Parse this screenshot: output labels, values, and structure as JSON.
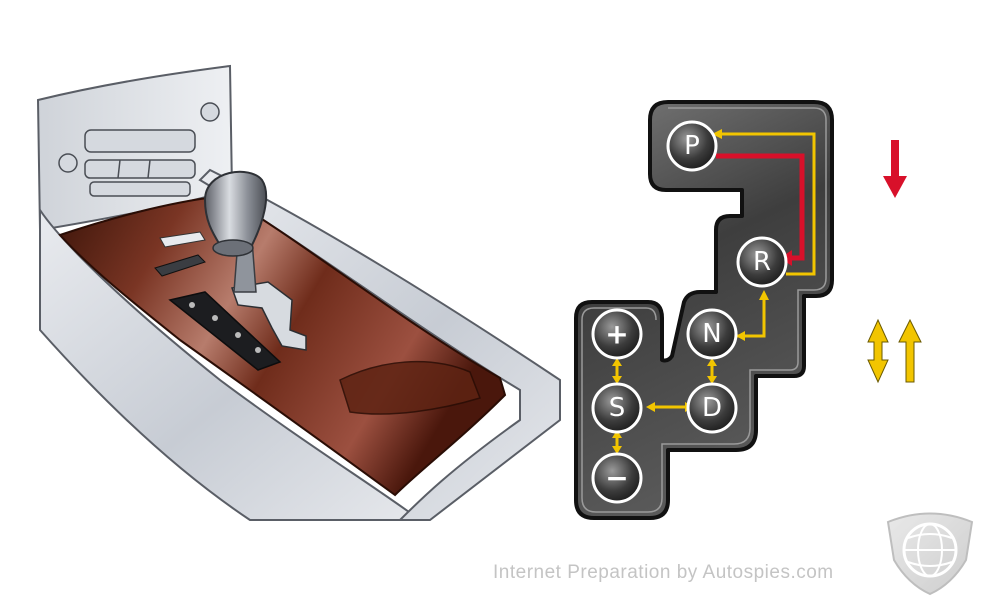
{
  "gate": {
    "positions": [
      "P",
      "R",
      "N",
      "D",
      "S",
      "+",
      "−"
    ]
  },
  "legend": {
    "arrow_colors": {
      "shift_lock": "#d8102a",
      "free": "#f2c500"
    }
  },
  "credit": "Internet Preparation by Autospies.com",
  "logo": {
    "name": "autospies-globe-shield-logo"
  }
}
